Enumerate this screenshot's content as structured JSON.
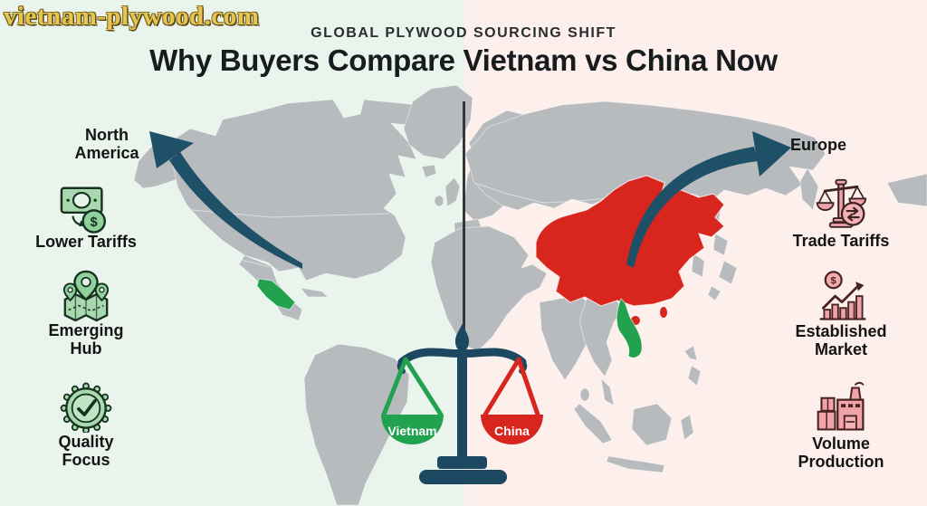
{
  "watermark": "vietnam-plywood.com",
  "header": {
    "kicker": "GLOBAL PLYWOOD SOURCING SHIFT",
    "title": "Why Buyers Compare Vietnam vs China Now"
  },
  "left_panel": {
    "region_label_lines": [
      "North",
      "America"
    ],
    "items": [
      {
        "icon": "money-transfer-icon",
        "label": "Lower Tariffs",
        "lines": [
          "Lower Tariffs",
          ""
        ]
      },
      {
        "icon": "map-pins-icon",
        "label": "Emerging Hub",
        "lines": [
          "Emerging",
          "Hub"
        ]
      },
      {
        "icon": "quality-badge-icon",
        "label": "Quality Focus",
        "lines": [
          "Quality",
          "Focus"
        ]
      }
    ]
  },
  "right_panel": {
    "region_label_lines": [
      "Europe",
      ""
    ],
    "items": [
      {
        "icon": "trade-scale-icon",
        "label": "Trade Tariffs",
        "lines": [
          "Trade Tariffs",
          ""
        ]
      },
      {
        "icon": "growth-chart-icon",
        "label": "Established Market",
        "lines": [
          "Established",
          "Market"
        ]
      },
      {
        "icon": "factory-icon",
        "label": "Volume Production",
        "lines": [
          "Volume",
          "Production"
        ]
      }
    ]
  },
  "scale": {
    "left_pan_label": "Vietnam",
    "right_pan_label": "China"
  },
  "map": {
    "highlighted_red_country": "China",
    "highlighted_green_country": "Vietnam"
  },
  "colors": {
    "left_bg": "#e9f4ec",
    "right_bg": "#fdefeb",
    "land_gray": "#b7bbbd",
    "china_red": "#d8251d",
    "vietnam_green": "#22a14e",
    "scale_navy": "#1c4861",
    "arrow_navy": "#1e5068",
    "gold": "#e8c552",
    "green_icon_fill": "#a7d8ae",
    "pink_icon_fill": "#f0a3a8"
  }
}
